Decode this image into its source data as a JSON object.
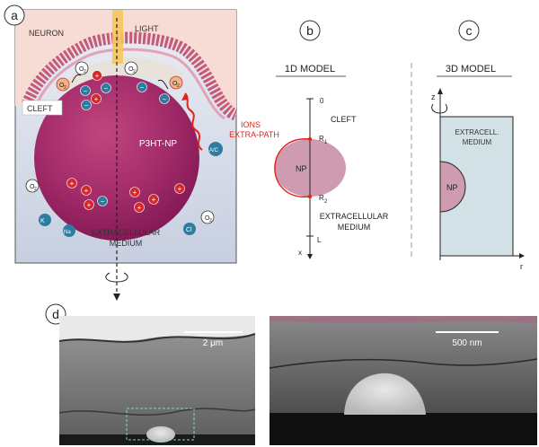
{
  "panels": {
    "a": {
      "letter": "a",
      "labels": {
        "neuron": "NEURON",
        "light": "LIGHT",
        "cleft": "CLEFT",
        "np": "P3HT-NP",
        "medium_1": "EXTRACELLULAR",
        "medium_2": "MEDIUM",
        "oxygen": "O",
        "oxygen_sub": "2",
        "superoxide": "O",
        "superoxide_sub": "2",
        "superoxide_sup": "-",
        "potassium": "K",
        "sodium": "Na",
        "chloride": "Cl",
        "ac_ion": "A/C",
        "plus": "+",
        "minus": "−"
      }
    },
    "b": {
      "letter": "b",
      "title": "1D MODEL",
      "labels": {
        "ions_1": "IONS",
        "ions_2": "EXTRA-PATH",
        "zero": "0",
        "cleft": "CLEFT",
        "r1": "R",
        "r1_sub": "1",
        "np": "NP",
        "r2": "R",
        "r2_sub": "2",
        "medium_1": "EXTRACELLULAR",
        "medium_2": "MEDIUM",
        "l": "L",
        "x": "x"
      }
    },
    "c": {
      "letter": "c",
      "title": "3D MODEL",
      "labels": {
        "z": "z",
        "medium_1": "EXTRACELL.",
        "medium_2": "MEDIUM",
        "np": "NP",
        "r": "r"
      }
    },
    "d": {
      "letter": "d",
      "scale_left": "2 μm",
      "scale_right": "500 nm"
    }
  },
  "colors": {
    "neuron_bg": "#f7dcd6",
    "membrane": "#c25b7b",
    "np_dark": "#8c1d5e",
    "np_light": "#c1457f",
    "cation": "#d9262b",
    "anion": "#2e7ca0",
    "ions_path": "#e0251c",
    "np_model_fill": "#cf9bb1",
    "medium_3d": "#d2e1e6",
    "light_beam": "#f6c65a"
  }
}
